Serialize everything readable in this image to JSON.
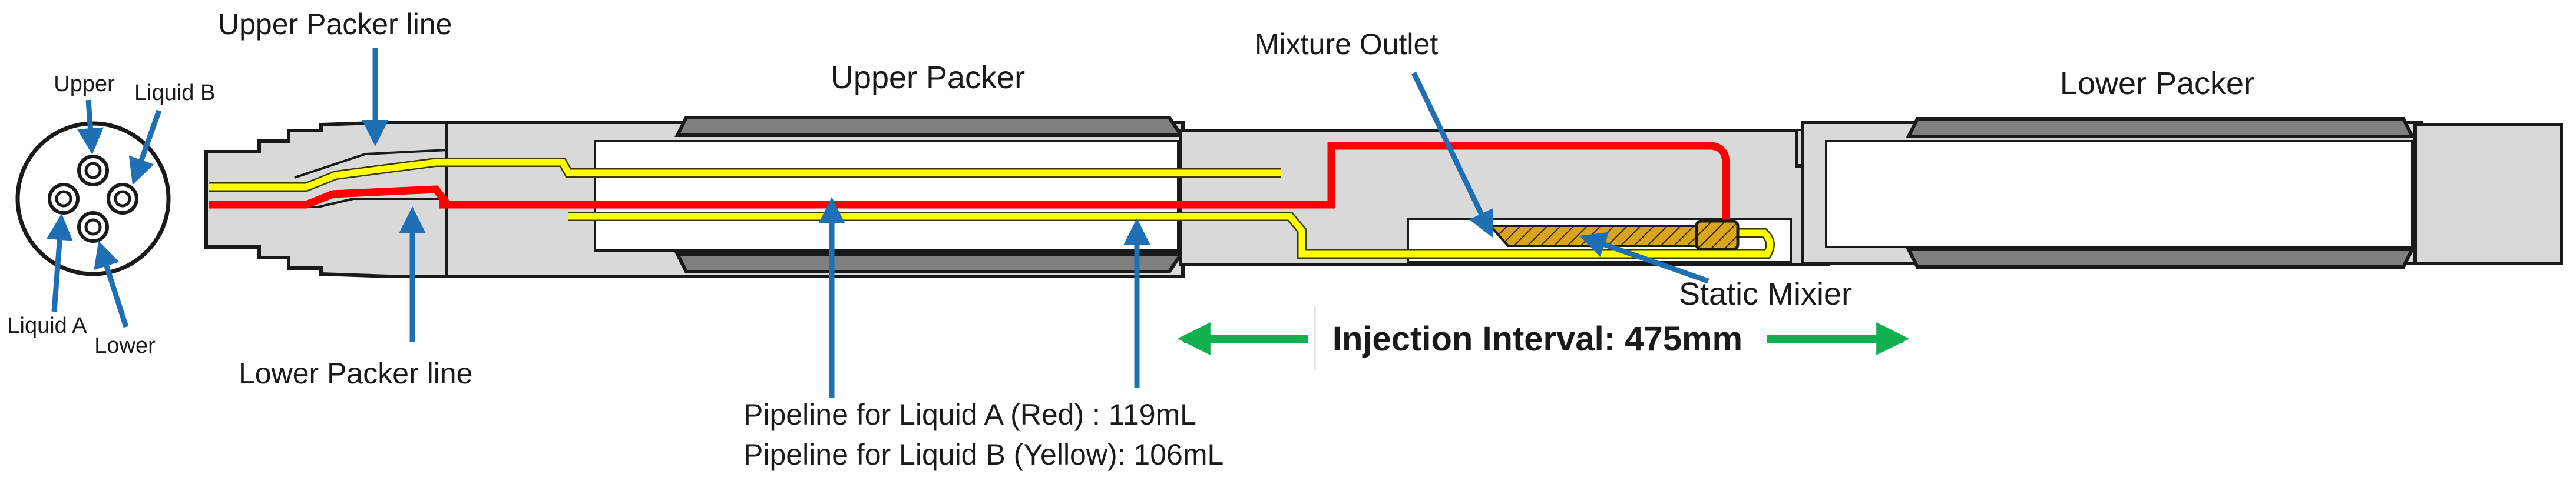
{
  "labels": {
    "upper": "Upper",
    "liquid_b": "Liquid B",
    "liquid_a": "Liquid A",
    "lower": "Lower",
    "upper_packer_line": "Upper Packer line",
    "lower_packer_line": "Lower Packer line",
    "upper_packer": "Upper Packer",
    "lower_packer": "Lower Packer",
    "mixture_outlet": "Mixture Outlet",
    "static_mixer": "Static Mixier",
    "injection_interval": "Injection Interval: 475mm",
    "pipeline_a": "Pipeline for Liquid A (Red) : 119mL",
    "pipeline_b": "Pipeline for Liquid B (Yellow): 106mL"
  },
  "colors": {
    "liquid_a_line": "#ff0000",
    "liquid_b_line": "#ffff00",
    "pointer_arrow": "#1f6fb5",
    "interval_arrow": "#10b050",
    "body_fill": "#d9d9d9",
    "packer_fill": "#7f7f7f",
    "mixer_fill": "#d9a520"
  }
}
